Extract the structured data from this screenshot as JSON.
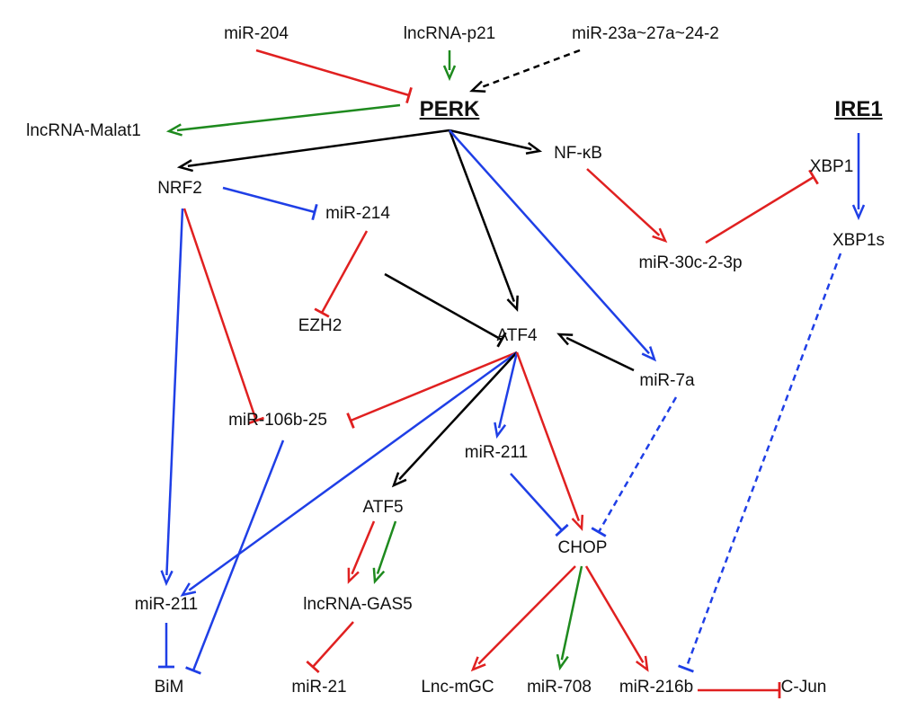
{
  "colors": {
    "activate": "#000000",
    "activate_green": "#1e8a1e",
    "inhibit_red": "#e02020",
    "blue": "#1f3fe6"
  },
  "nodes": {
    "mir204": "miR-204",
    "lncp21": "lncRNA-p21",
    "mir23a": "miR-23a~27a~24-2",
    "perk": "PERK",
    "ire1": "IRE1",
    "malat1": "lncRNA-Malat1",
    "nrf2": "NRF2",
    "nfkb": "NF-κB",
    "xbp1": "XBP1",
    "mir214": "miR-214",
    "xbp1s": "XBP1s",
    "mir30c": "miR-30c-2-3p",
    "ezh2": "EZH2",
    "atf4": "ATF4",
    "mir7a": "miR-7a",
    "mir106": "miR-106b-25",
    "mir211a": "miR-211",
    "atf5": "ATF5",
    "chop": "CHOP",
    "mir211b": "miR-211",
    "gas5": "lncRNA-GAS5",
    "bim": "BiM",
    "mir21": "miR-21",
    "lncmgc": "Lnc-mGC",
    "mir708": "miR-708",
    "mir216b": "miR-216b",
    "cjun": "C-Jun"
  },
  "edges": [
    {
      "from": "mir204",
      "to": "perk",
      "color": "inhibit_red",
      "type": "inhibit"
    },
    {
      "from": "lncp21",
      "to": "perk",
      "color": "activate_green",
      "type": "activate"
    },
    {
      "from": "mir23a",
      "to": "perk",
      "color": "activate",
      "type": "activate",
      "dashed": true
    },
    {
      "from": "perk",
      "to": "malat1",
      "color": "activate_green",
      "type": "activate"
    },
    {
      "from": "perk",
      "to": "nrf2",
      "color": "activate",
      "type": "activate"
    },
    {
      "from": "perk",
      "to": "nfkb",
      "color": "activate",
      "type": "activate"
    },
    {
      "from": "perk",
      "to": "atf4",
      "color": "activate",
      "type": "activate"
    },
    {
      "from": "perk",
      "to": "mir7a",
      "color": "blue",
      "type": "activate"
    },
    {
      "from": "ire1",
      "to": "xbp1s",
      "color": "blue",
      "type": "activate"
    },
    {
      "from": "nfkb",
      "to": "mir30c",
      "color": "inhibit_red",
      "type": "activate"
    },
    {
      "from": "mir30c",
      "to": "xbp1",
      "color": "inhibit_red",
      "type": "inhibit"
    },
    {
      "from": "nrf2",
      "to": "mir214",
      "color": "blue",
      "type": "inhibit"
    },
    {
      "from": "nrf2",
      "to": "mir106",
      "color": "inhibit_red",
      "type": "inhibit"
    },
    {
      "from": "nrf2",
      "to": "mir211b",
      "color": "blue",
      "type": "activate"
    },
    {
      "from": "mir214",
      "to": "ezh2",
      "color": "inhibit_red",
      "type": "inhibit"
    },
    {
      "from": "mir214",
      "to": "atf4",
      "color": "activate",
      "type": "inhibit"
    },
    {
      "from": "mir7a",
      "to": "atf4",
      "color": "activate",
      "type": "activate"
    },
    {
      "from": "atf4",
      "to": "mir106",
      "color": "inhibit_red",
      "type": "inhibit"
    },
    {
      "from": "atf4",
      "to": "mir211b",
      "color": "blue",
      "type": "activate"
    },
    {
      "from": "atf4",
      "to": "atf5",
      "color": "activate",
      "type": "activate"
    },
    {
      "from": "atf4",
      "to": "mir211a",
      "color": "blue",
      "type": "activate"
    },
    {
      "from": "atf4",
      "to": "chop",
      "color": "inhibit_red",
      "type": "activate"
    },
    {
      "from": "mir211a",
      "to": "chop",
      "color": "blue",
      "type": "inhibit"
    },
    {
      "from": "mir7a",
      "to": "chop",
      "color": "blue",
      "type": "inhibit",
      "dashed": true
    },
    {
      "from": "atf5",
      "to": "gas5",
      "color": "inhibit_red",
      "type": "activate",
      "variant": "left"
    },
    {
      "from": "atf5",
      "to": "gas5",
      "color": "activate_green",
      "type": "activate",
      "variant": "right"
    },
    {
      "from": "gas5",
      "to": "mir21",
      "color": "inhibit_red",
      "type": "inhibit"
    },
    {
      "from": "mir211b",
      "to": "bim",
      "color": "blue",
      "type": "inhibit"
    },
    {
      "from": "mir106",
      "to": "bim",
      "color": "blue",
      "type": "inhibit"
    },
    {
      "from": "chop",
      "to": "lncmgc",
      "color": "inhibit_red",
      "type": "activate"
    },
    {
      "from": "chop",
      "to": "mir708",
      "color": "activate_green",
      "type": "activate"
    },
    {
      "from": "chop",
      "to": "mir216b",
      "color": "inhibit_red",
      "type": "activate"
    },
    {
      "from": "xbp1s",
      "to": "mir216b",
      "color": "blue",
      "type": "inhibit",
      "dashed": true
    },
    {
      "from": "mir216b",
      "to": "cjun",
      "color": "inhibit_red",
      "type": "inhibit"
    }
  ]
}
